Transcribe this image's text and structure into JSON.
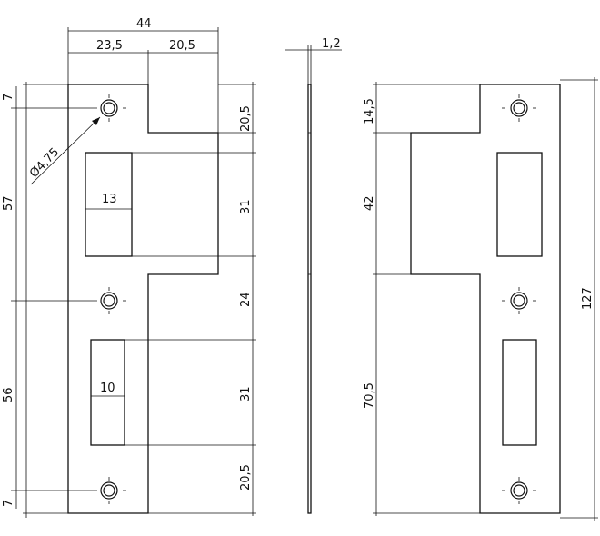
{
  "front_view": {
    "dims_top": {
      "overall": "44",
      "left": "23,5",
      "right": "20,5"
    },
    "dims_left": {
      "top_edge": "7",
      "upper": "57",
      "lower": "56",
      "bottom_edge": "7"
    },
    "dims_right": {
      "seg1": "20,5",
      "seg2": "31",
      "seg3": "24",
      "seg4": "31",
      "seg5": "20,5"
    },
    "hole_label": "Ø4,75",
    "opening_upper_label": "13",
    "opening_lower_label": "10"
  },
  "side_view": {
    "thickness": "1,2"
  },
  "back_view": {
    "dims_left": {
      "top": "14,5",
      "middle": "42",
      "bottom": "70,5"
    },
    "dims_right": {
      "overall": "127"
    }
  }
}
